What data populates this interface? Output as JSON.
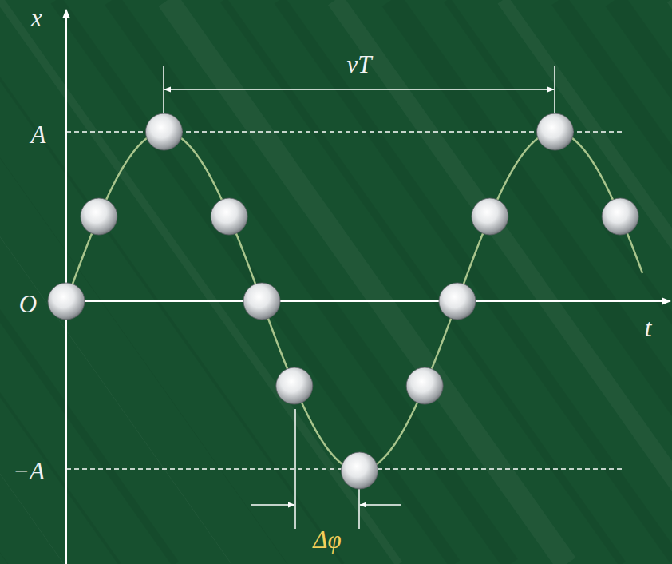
{
  "diagram": {
    "labels": [
      "x",
      "A",
      "O",
      "−A",
      "t",
      "vT",
      "Δφ"
    ]
  }
}
